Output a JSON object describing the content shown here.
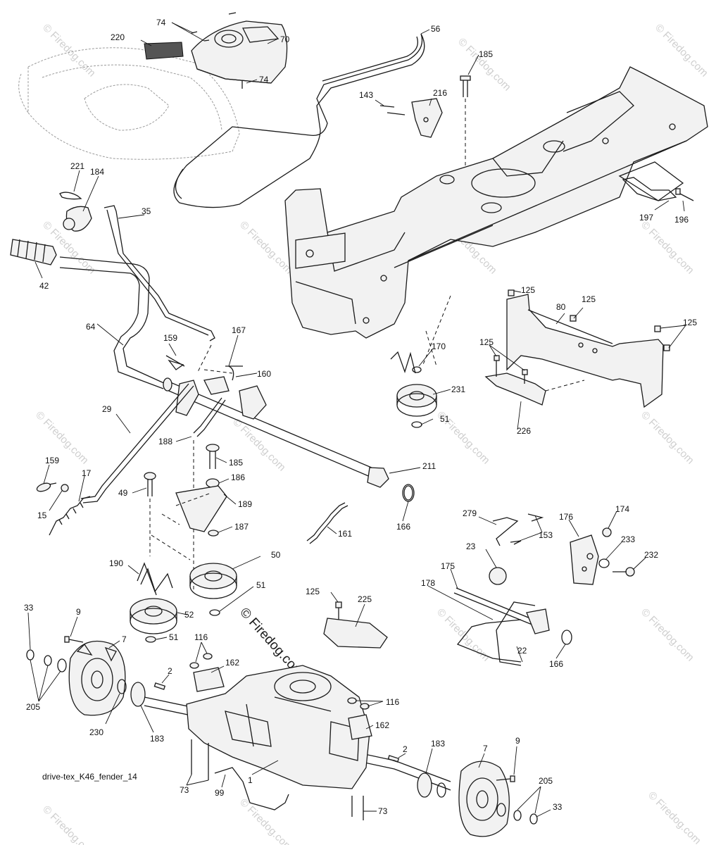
{
  "caption": "drive-tex_K46_fender_14",
  "watermark": "© Firedog.com",
  "center_watermark": "© Firedog.com",
  "part_labels": {
    "p74a": "74",
    "p220": "220",
    "p70": "70",
    "p56": "56",
    "p74b": "74",
    "p185a": "185",
    "p143": "143",
    "p216": "216",
    "p221": "221",
    "p184": "184",
    "p35": "35",
    "p42": "42",
    "p197": "197",
    "p196": "196",
    "p125a": "125",
    "p125b": "125",
    "p80": "80",
    "p125c": "125",
    "p64": "64",
    "p167": "167",
    "p159a": "159",
    "p160": "160",
    "p170": "170",
    "p125d": "125",
    "p231": "231",
    "p29": "29",
    "p51a": "51",
    "p226": "226",
    "p188": "188",
    "p185b": "185",
    "p211": "211",
    "p159b": "159",
    "p186": "186",
    "p17": "17",
    "p49": "49",
    "p15": "15",
    "p189": "189",
    "p187": "187",
    "p166a": "166",
    "p161": "161",
    "p279": "279",
    "p174": "174",
    "p176": "176",
    "p153": "153",
    "p23": "23",
    "p233": "233",
    "p232": "232",
    "p190": "190",
    "p50": "50",
    "p51b": "51",
    "p175": "175",
    "p125e": "125",
    "p225": "225",
    "p178": "178",
    "p33a": "33",
    "p9a": "9",
    "p52": "52",
    "p7a": "7",
    "p51c": "51",
    "p116a": "116",
    "p162a": "162",
    "p22": "22",
    "p166b": "166",
    "p2a": "2",
    "p205a": "205",
    "p116b": "116",
    "p230": "230",
    "p183a": "183",
    "p162b": "162",
    "p2b": "2",
    "p183b": "183",
    "p9b": "9",
    "p7b": "7",
    "p1": "1",
    "p73a": "73",
    "p99": "99",
    "p205b": "205",
    "p73b": "73",
    "p33b": "33"
  }
}
